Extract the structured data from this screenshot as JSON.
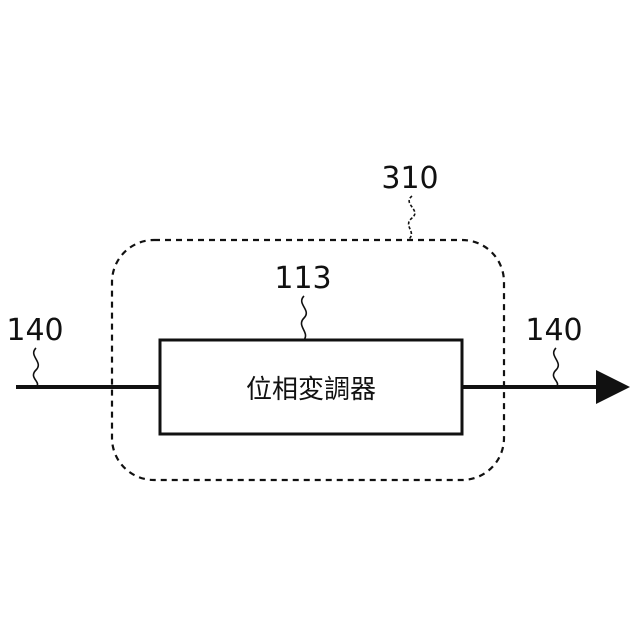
{
  "diagram": {
    "group_ref": "310",
    "block_ref": "113",
    "block_text": "位相変調器",
    "input_ref": "140",
    "output_ref": "140"
  }
}
